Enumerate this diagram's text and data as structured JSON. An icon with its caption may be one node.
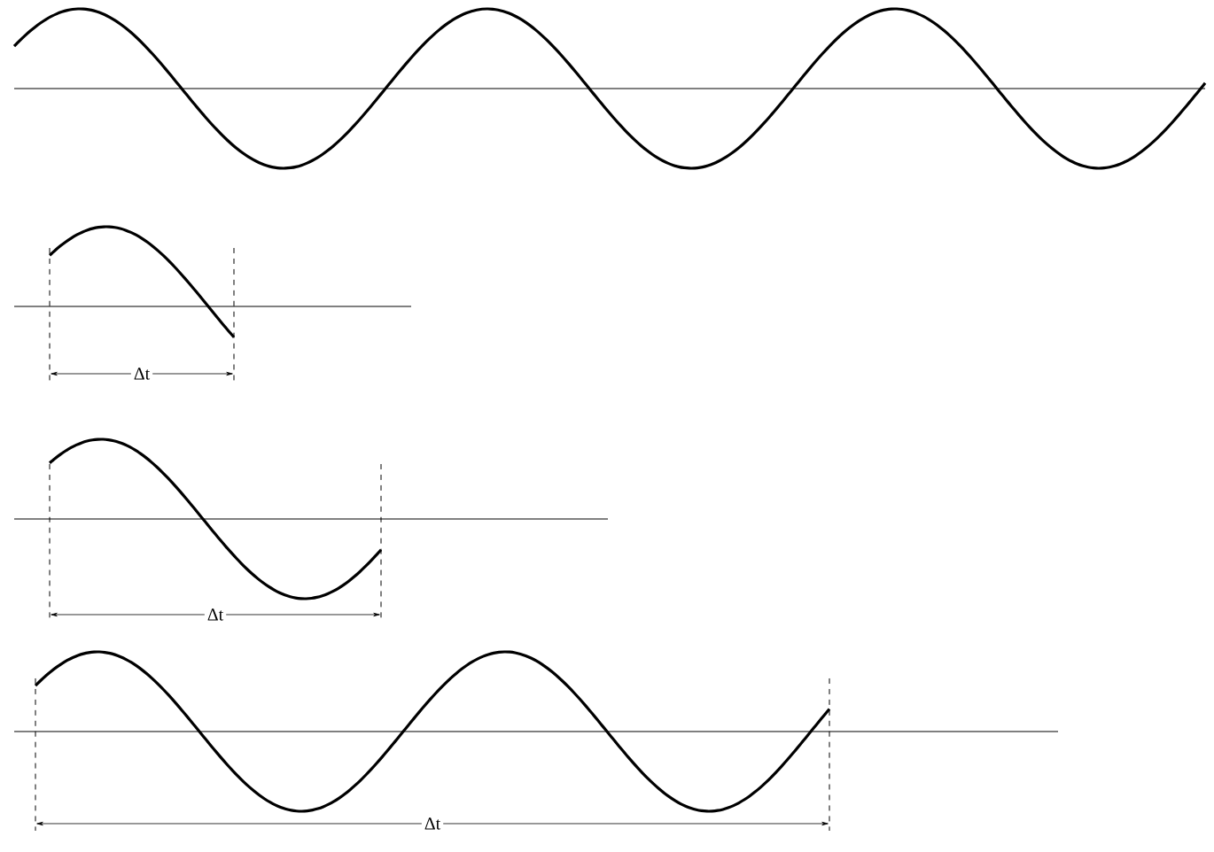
{
  "diagram": {
    "labels": [
      "Δt",
      "Δt",
      "Δt"
    ]
  }
}
